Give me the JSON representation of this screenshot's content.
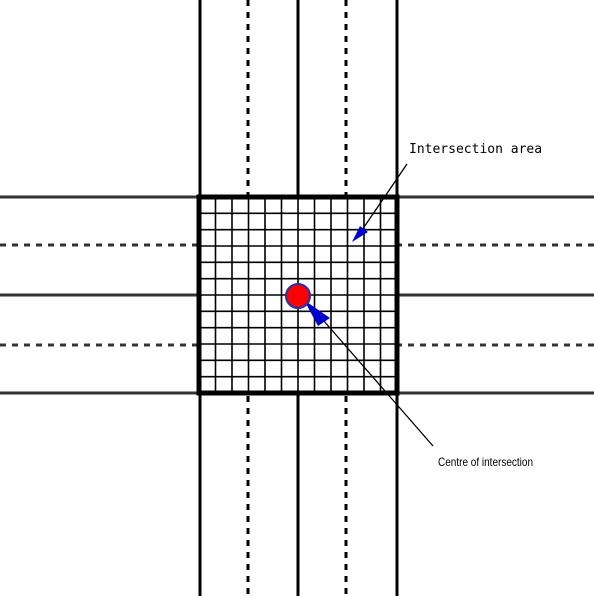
{
  "labels": {
    "intersection_area": "Intersection area",
    "centre_of_intersection": "Centre of intersection"
  },
  "colors": {
    "line": "#000000",
    "road_edge": "#333333",
    "centre_dot_fill": "#ff0000",
    "centre_dot_stroke": "#2233aa",
    "arrow": "#0000cc"
  },
  "grid": {
    "divisions": 12
  }
}
